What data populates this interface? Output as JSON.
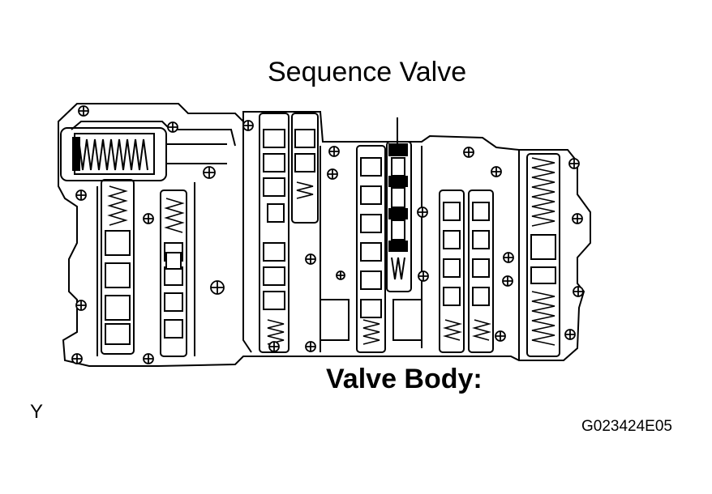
{
  "figure": {
    "callout_label": "Sequence Valve",
    "caption": "Valve Body:",
    "corner_letter": "Y",
    "figure_code": "G023424E05"
  },
  "colors": {
    "ink": "#000000",
    "paper": "#ffffff"
  }
}
